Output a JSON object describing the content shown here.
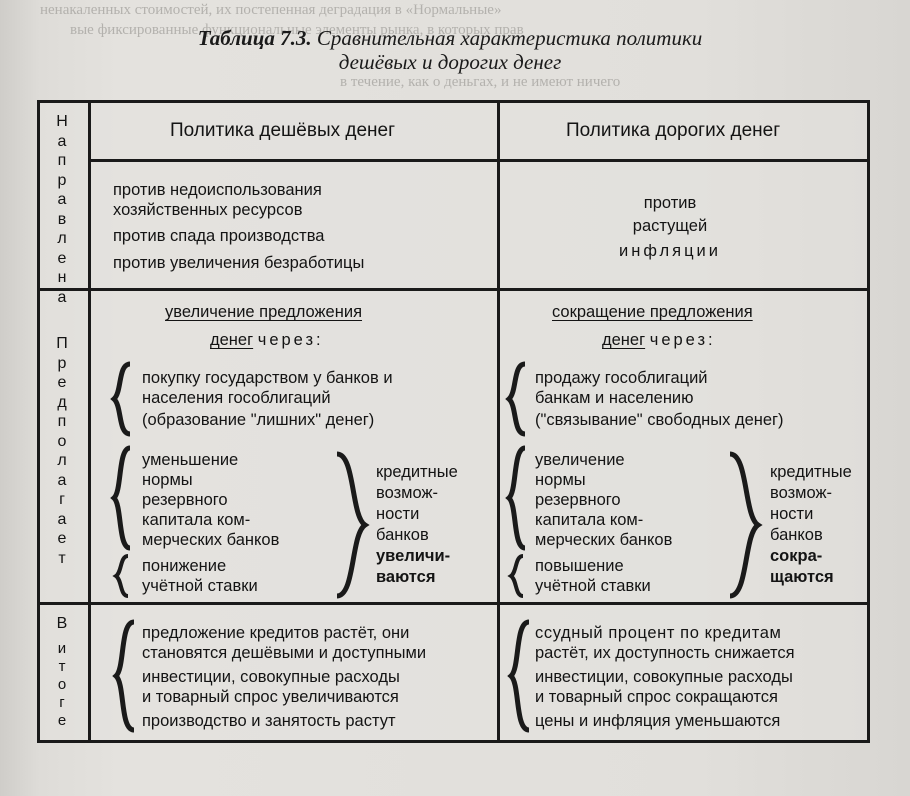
{
  "bleed_lines": [
    "ненакаленных стоимостей, их постепенная деградация в «Нормальные»",
    "вые фиксированные функциональные элементы рынка, в которых прав",
    "в течение, как о деньгах, и не имеют ничего"
  ],
  "title": {
    "number": "Таблица 7.3.",
    "text_line1": "Сравнительная характеристика политики",
    "text_line2": "дешёвых и дорогих денег"
  },
  "table": {
    "row_labels": {
      "direction": [
        "Н",
        "а",
        "п",
        "р",
        "а",
        "в",
        "л",
        "е",
        "н",
        "а"
      ],
      "assumes": [
        "П",
        "р",
        "е",
        "д",
        "п",
        "о",
        "л",
        "а",
        "г",
        "а",
        "е",
        "т"
      ],
      "result_line1": "В",
      "result_line2": [
        "и",
        "т",
        "о",
        "г",
        "е"
      ]
    },
    "headers": {
      "cheap": "Политика дешёвых денег",
      "dear": "Политика дорогих денег"
    },
    "direction": {
      "cheap": [
        "против недоиспользования",
        "хозяйственных ресурсов",
        "против спада производства",
        "против увеличения безработицы"
      ],
      "dear": [
        "против",
        "растущей",
        "инфляции"
      ]
    },
    "assumes": {
      "cheap": {
        "heading_line1": "увеличение предложения",
        "heading_money": "денег",
        "heading_through": "через:",
        "item1": [
          "покупку государством у банков и",
          "населения гособлигаций",
          "(образование \"лишних\" денег)"
        ],
        "item2": [
          "уменьшение",
          "нормы",
          "резервного",
          "капитала ком-",
          "мерческих банков"
        ],
        "item3": [
          "понижение",
          "учётной ставки"
        ],
        "result": [
          "кредитные",
          "возмож-",
          "ности",
          "банков",
          "увеличи-",
          "ваются"
        ]
      },
      "dear": {
        "heading_line1": "сокращение предложения",
        "heading_money": "денег",
        "heading_through": "через:",
        "item1": [
          "продажу гособлигаций",
          "банкам и населению",
          "(\"связывание\" свободных денег)"
        ],
        "item2": [
          "увеличение",
          "нормы",
          "резервного",
          "капитала ком-",
          "мерческих банков"
        ],
        "item3": [
          "повышение",
          "учётной ставки"
        ],
        "result": [
          "кредитные",
          "возмож-",
          "ности",
          "банков",
          "сокра-",
          "щаются"
        ]
      }
    },
    "outcome": {
      "cheap": [
        "предложение кредитов растёт, они",
        "становятся дешёвыми и доступными",
        "инвестиции, совокупные расходы",
        "и товарный спрос увеличиваются",
        "производство и занятость растут"
      ],
      "dear": [
        "ссудный процент по кредитам",
        "растёт, их доступность снижается",
        "инвестиции, совокупные расходы",
        "и товарный спрос сокращаются",
        "цены и инфляция уменьшаются"
      ]
    }
  }
}
